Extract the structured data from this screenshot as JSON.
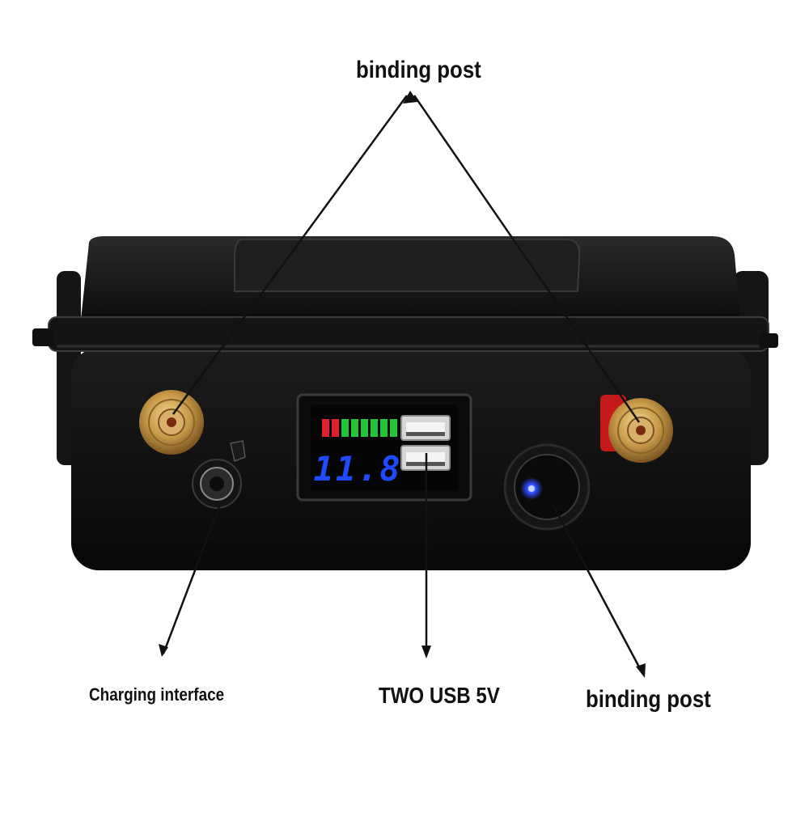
{
  "labels": {
    "top_binding_post": "binding post",
    "charging_interface": "Charging interface",
    "usb": "TWO USB 5V",
    "bottom_binding_post": "binding post"
  },
  "display": {
    "voltage": "11.8",
    "bar_colors": [
      "#e0202a",
      "#e0202a",
      "#22c43a",
      "#22c43a",
      "#22c43a",
      "#22c43a",
      "#22c43a",
      "#22c43a"
    ]
  },
  "colors": {
    "case": "#141414",
    "brass": "#c89a48",
    "red_insulator": "#c41a1a",
    "display_blue": "#1f4bff",
    "led_blue": "#2a4dff"
  },
  "icons": [
    "binding-post-icon",
    "charging-port-icon",
    "usb-port-icon",
    "power-switch-icon"
  ]
}
